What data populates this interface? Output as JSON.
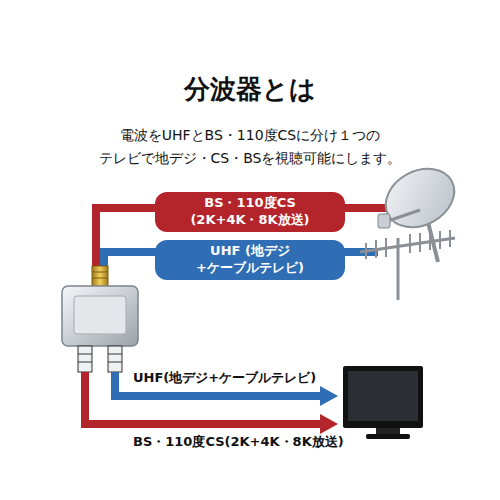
{
  "diagram": {
    "title": "分波器とは",
    "nodes": [
      {
        "text": [
          "BS・110度CS (2K+4K・8K放送)"
        ]
      },
      {
        "text": [
          "UHF (地デジ+ケーブルテレビ)"
        ]
      }
    ],
    "labels": [
      "電波をUHFとBS・110度CSに分け１つの テレビで地デジ・CS・BSを視聴可能にします。",
      "UHF(地デジ+ケーブルテレビ)",
      "BS・110度CS(2K+4K・8K放送)"
    ]
  }
}
